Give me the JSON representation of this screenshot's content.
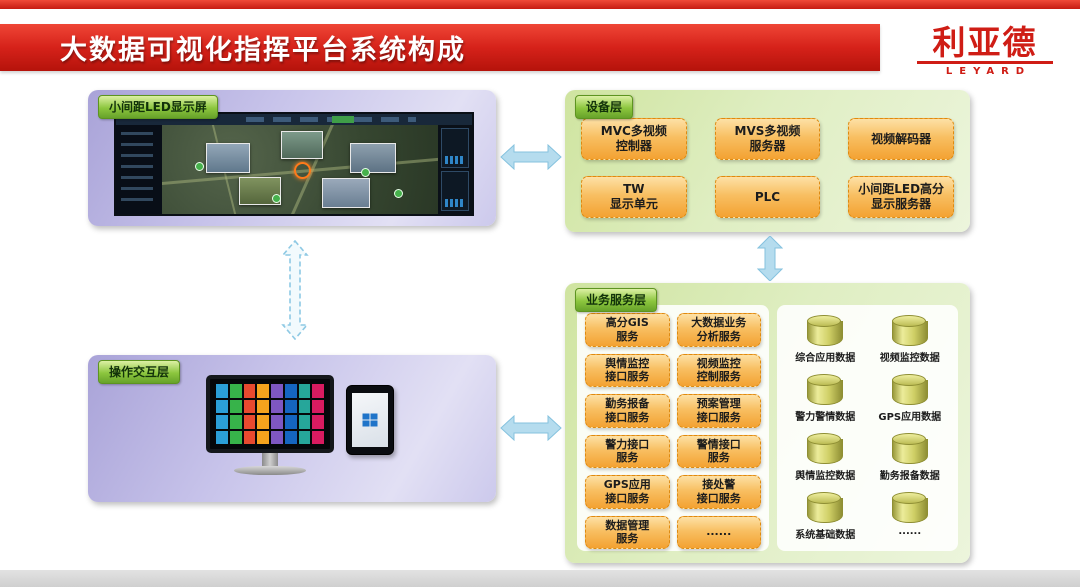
{
  "header": {
    "title": "大数据可视化指挥平台系统构成",
    "logo": {
      "name": "利亚德",
      "sub": "LEYARD"
    }
  },
  "panels": {
    "led": {
      "label": "小间距LED显示屏"
    },
    "device": {
      "label": "设备层",
      "boxes": [
        "MVC多视频\n控制器",
        "MVS多视频\n服务器",
        "视频解码器",
        "TW\n显示单元",
        "PLC",
        "小间距LED高分\n显示服务器"
      ]
    },
    "operation": {
      "label": "操作交互层"
    },
    "service": {
      "label": "业务服务层",
      "services": [
        "高分GIS\n服务",
        "大数据业务\n分析服务",
        "舆情监控\n接口服务",
        "视频监控\n控制服务",
        "勤务报备\n接口服务",
        "预案管理\n接口服务",
        "警力接口\n服务",
        "警情接口\n服务",
        "GPS应用\n接口服务",
        "接处警\n接口服务",
        "数据管理\n服务",
        "......"
      ],
      "databases": [
        "综合应用数据",
        "视频监控数据",
        "警力警情数据",
        "GPS应用数据",
        "舆情监控数据",
        "勤务报备数据",
        "系统基础数据",
        "......"
      ]
    }
  },
  "colors": {
    "brand_red": "#d6221a",
    "panel_purple": "#c7c3ea",
    "panel_green": "#dfeec2",
    "box_orange": "#f5a93b",
    "arrow_blue": "#b5dcee"
  }
}
